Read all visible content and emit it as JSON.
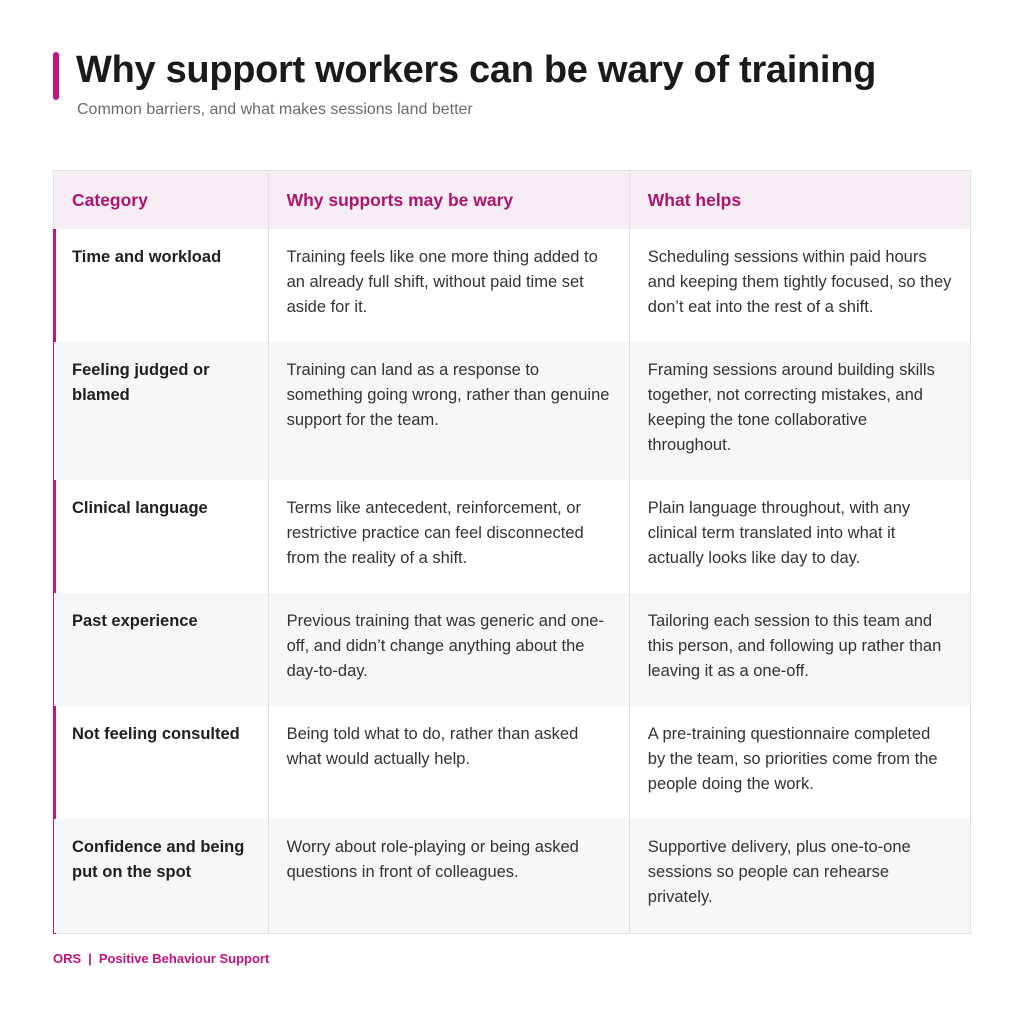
{
  "title": "Why support workers can be wary of training",
  "subtitle": "Common barriers, and what makes sessions land better",
  "colors": {
    "accent": "#c4137d",
    "header_bg": "#f7eef5",
    "alt_row": "#f7f6f9"
  },
  "table": {
    "headers": [
      "Category",
      "Why supports may be wary",
      "What helps"
    ],
    "rows": [
      {
        "category": "Time and workload",
        "wary": "Training feels like one more thing added to an already full shift, without paid time set aside for it.",
        "helps": "Scheduling sessions within paid hours and keeping them tightly focused, so they don’t eat into the rest of a shift."
      },
      {
        "category": "Feeling judged or blamed",
        "wary": "Training can land as a response to something going wrong, rather than genuine support for the team.",
        "helps": "Framing sessions around building skills together, not correcting mistakes, and keeping the tone collaborative throughout."
      },
      {
        "category": "Clinical language",
        "wary": "Terms like antecedent, reinforcement, or restrictive practice can feel disconnected from the reality of a shift.",
        "helps": "Plain language throughout, with any clinical term translated into what it actually looks like day to day."
      },
      {
        "category": "Past experience",
        "wary": "Previous training that was generic and one-off, and didn’t change anything about the day-to-day.",
        "helps": "Tailoring each session to this team and this person, and following up rather than leaving it as a one-off."
      },
      {
        "category": "Not feeling consulted",
        "wary": "Being told what to do, rather than asked what would actually help.",
        "helps": "A pre-training questionnaire completed by the team, so priorities come from the people doing the work."
      },
      {
        "category": "Confidence and being put on the spot",
        "wary": "Worry about role-playing or being asked questions in front of colleagues.",
        "helps": "Supportive delivery, plus one-to-one sessions so people can rehearse privately."
      }
    ]
  },
  "footer": {
    "brand": "ORS",
    "separator": "|",
    "tagline": "Positive Behaviour Support"
  }
}
